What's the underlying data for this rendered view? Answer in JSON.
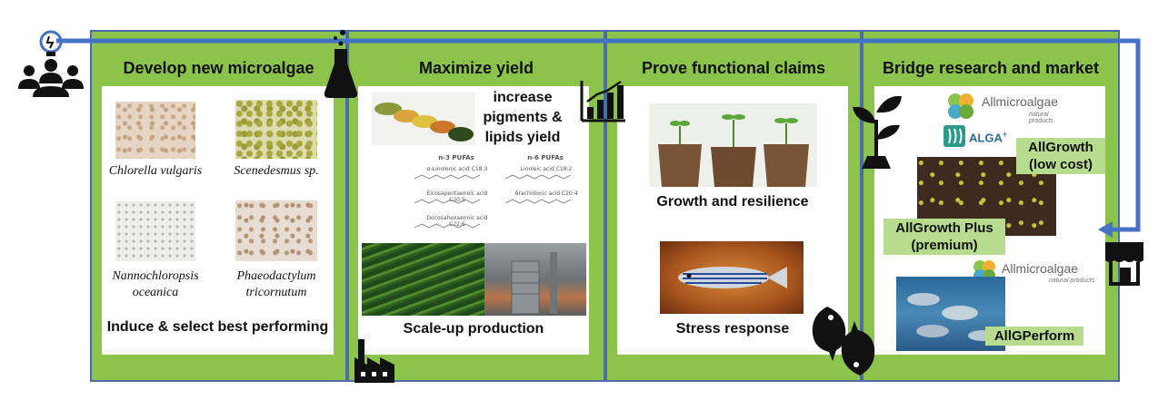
{
  "panels": [
    {
      "title": "Develop new microalgae"
    },
    {
      "title": "Maximize yield"
    },
    {
      "title": "Prove functional claims"
    },
    {
      "title": "Bridge research and market"
    }
  ],
  "panel1": {
    "species": [
      "Chlorella vulgaris",
      "Scenedesmus sp.",
      "Nannochloropsis oceanica",
      "Phaeodactylum tricornutum"
    ],
    "caption": "Induce & select best performing"
  },
  "panel2": {
    "yield_text": "increase pigments & lipids yield",
    "n3_label": "n-3 PUFAs",
    "n6_label": "n-6 PUFAs",
    "n3_acids": [
      "α-Linolenic acid C18:3",
      "Eicosapentaenoic acid C20:5",
      "Docosahexaenoic acid C22:6"
    ],
    "n6_acids": [
      "Linoleic acid C18:2",
      "Arachidonic acid C20:4"
    ],
    "caption": "Scale-up production"
  },
  "panel3": {
    "caption1": "Growth and resilience",
    "caption2": "Stress response"
  },
  "panel4": {
    "brand": "Allmicroalgae",
    "brand_sub": "natural products",
    "alga": "ALGA",
    "alga_sup": "+",
    "product1": "AllGrowth (low cost)",
    "product2": "AllGrowth Plus (premium)",
    "product3": "AllGPerform"
  },
  "colors": {
    "panel_bg": "#8cc34a",
    "arrow": "#4472c4",
    "highlight": "#b7dc8e"
  },
  "icons": [
    "people-idea-icon",
    "flask-icon",
    "bar-chart-icon",
    "factory-icon",
    "plant-icon",
    "fish-cycle-icon",
    "market-store-icon"
  ]
}
